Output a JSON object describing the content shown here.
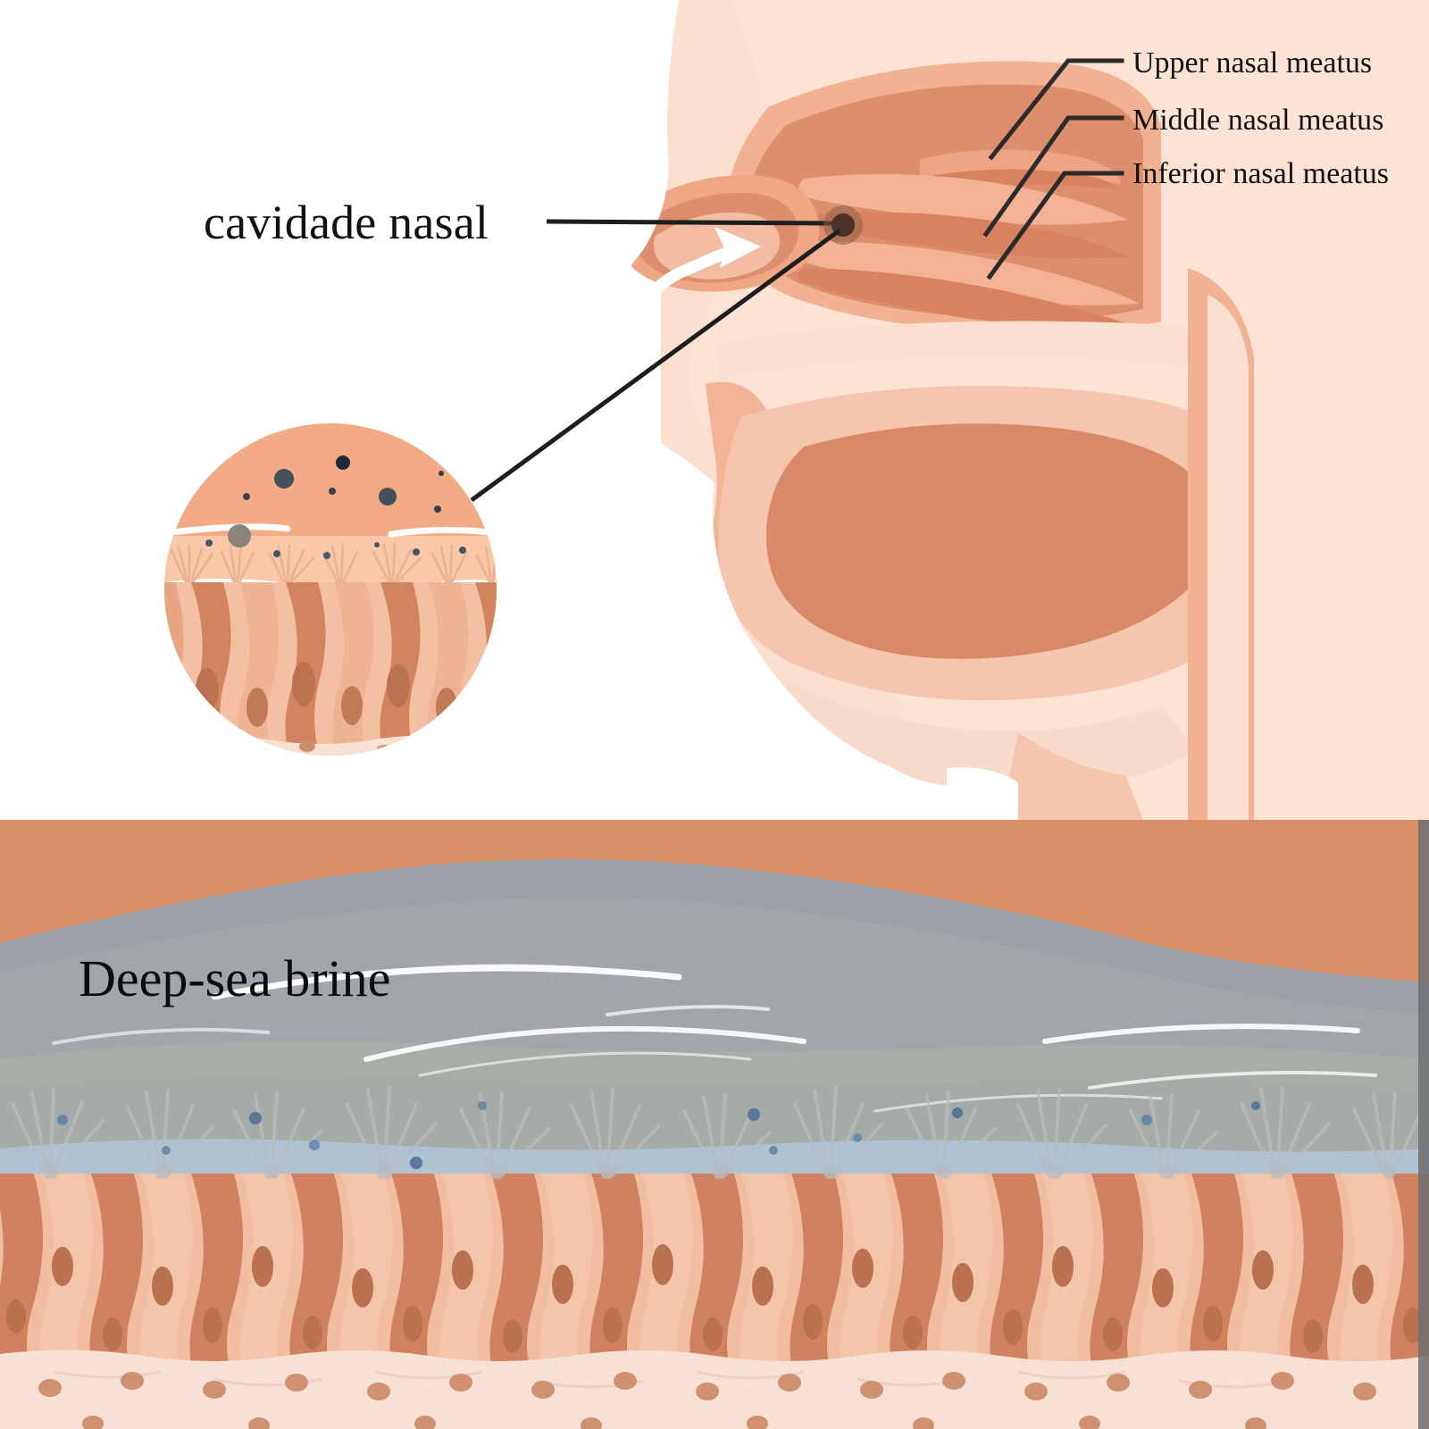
{
  "figure": {
    "title_visible": false,
    "panels": [
      {
        "id": "nasal-anatomy",
        "kind": "sagittal-head-section"
      },
      {
        "id": "epithelium-closeup",
        "kind": "respiratory-epithelium-cross-section"
      }
    ]
  },
  "top_panel": {
    "callout_label": "cavidade nasal",
    "annotations": [
      {
        "name": "upper-nasal-meatus",
        "label": "Upper nasal meatus"
      },
      {
        "name": "middle-nasal-meatus",
        "label": "Middle nasal meatus"
      },
      {
        "name": "inferior-nasal-meatus",
        "label": "Inferior nasal meatus"
      }
    ],
    "airflow_arrow": {
      "name": "airflow-arrow",
      "direction": "into-nasal-cavity",
      "color": "#ffffff"
    },
    "target_marker": {
      "name": "nasal-cavity-target-dot",
      "color": "#4a3129"
    },
    "inset": {
      "name": "epithelium-inset-circle",
      "description": "circular magnified view of nasal epithelium with mucus, cilia and columnar cells"
    }
  },
  "bottom_panel": {
    "label": "Deep-sea brine",
    "layers": [
      {
        "name": "mucus-top-band",
        "color": "#d98f68"
      },
      {
        "name": "brine-fluid-layer",
        "color": "#9aa0a6"
      },
      {
        "name": "periciliary-layer",
        "color": "#aec3d4"
      },
      {
        "name": "columnar-cell-layer",
        "color": "#d39070"
      },
      {
        "name": "basal-cell-layer",
        "color": "#f6ded2"
      }
    ]
  },
  "colors": {
    "page_background": "#ffffff",
    "skin_background": "#fbe0d0",
    "skin_light": "#fcdfd0",
    "skin_mid": "#f5b293",
    "skin_deep": "#e09273",
    "mucosa_dark": "#d4805f",
    "mucosa_mid": "#e59a7a",
    "mucosa_light": "#f3c0a7",
    "line_color": "#2b2b2b",
    "brine_gray": "#9ba1a6",
    "brine_blue": "#aec3d4",
    "cell_light": "#f2c3a9",
    "cell_dark": "#c9805c",
    "nucleus": "#b9714f",
    "basal_fill": "#f7e1d6",
    "text_color": "#111111",
    "particle_dark": "#4b5563",
    "particle_blue": "#5b7fa6"
  }
}
